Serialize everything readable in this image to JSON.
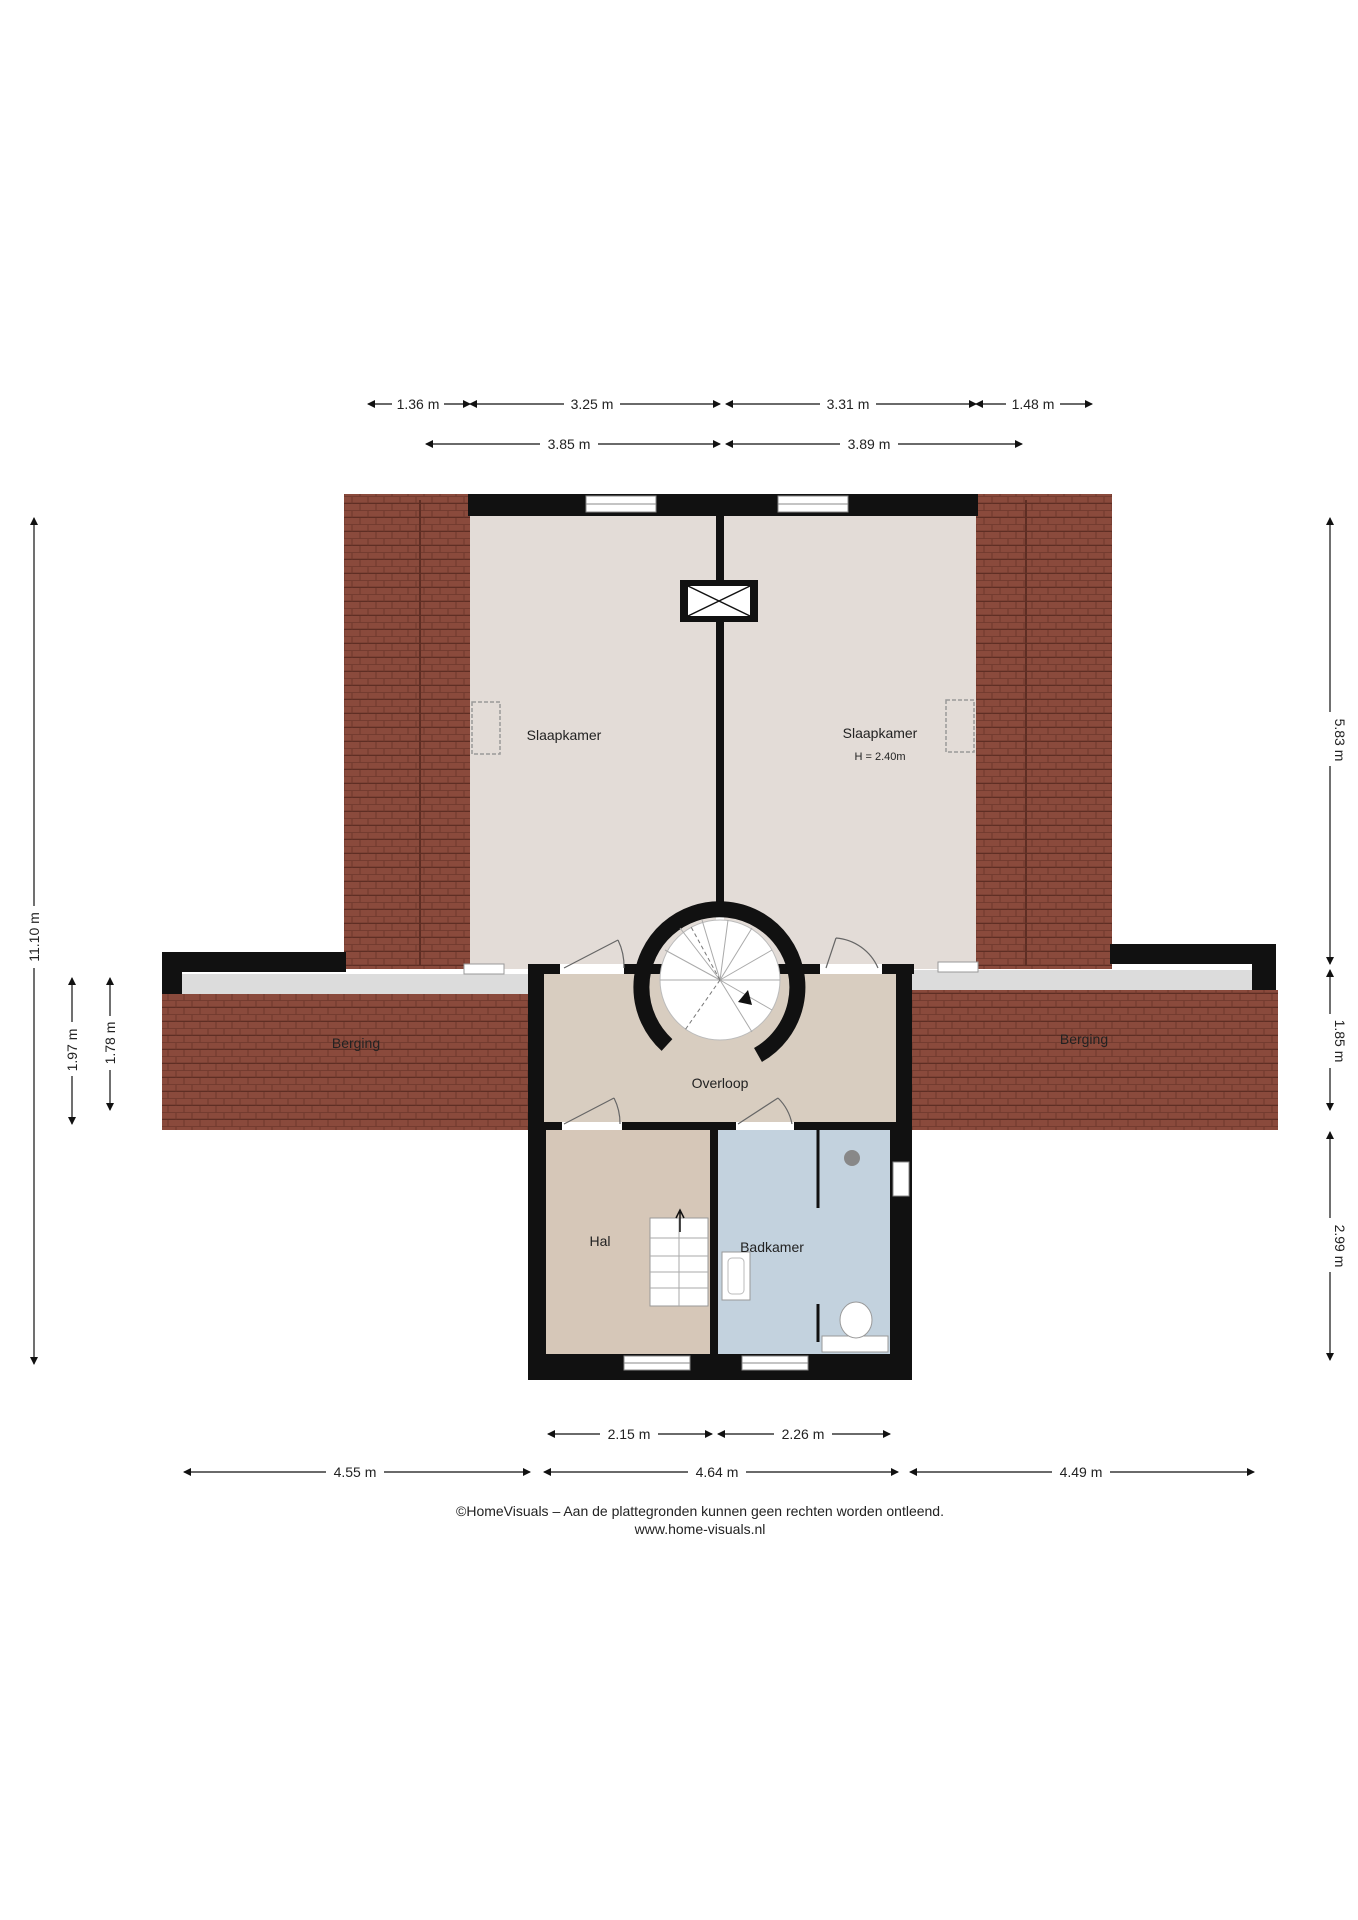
{
  "colors": {
    "wall": "#111111",
    "bedroom_floor": "#e3dcd7",
    "landing_floor": "#d8cdc0",
    "hall_floor": "#d6c7b8",
    "bathroom_floor": "#c3d2de",
    "roof_tile": "#8a4a3c",
    "roof_line": "#5e2e24",
    "eave_strip": "#dcdcdc",
    "stair": "#ffffff"
  },
  "rooms": {
    "bedroom_left": "Slaapkamer",
    "bedroom_right": "Slaapkamer",
    "bedroom_right_height": "H = 2.40m",
    "storage_left": "Berging",
    "storage_right": "Berging",
    "landing": "Overloop",
    "hall": "Hal",
    "bathroom": "Badkamer"
  },
  "dimensions": {
    "top_row1": [
      "1.36 m",
      "3.25 m",
      "3.31 m",
      "1.48 m"
    ],
    "top_row2": [
      "3.85 m",
      "3.89 m"
    ],
    "left_total": "11.10 m",
    "left_outer": "1.97 m",
    "left_inner": "1.78 m",
    "right_top": "5.83 m",
    "right_mid": "1.85 m",
    "right_bottom": "2.99 m",
    "bottom_row1": [
      "2.15 m",
      "2.26 m"
    ],
    "bottom_row2": [
      "4.55 m",
      "4.64 m",
      "4.49 m"
    ]
  },
  "footer": {
    "line1": "©HomeVisuals – Aan de plattegronden kunnen geen rechten worden ontleend.",
    "line2": "www.home-visuals.nl"
  }
}
